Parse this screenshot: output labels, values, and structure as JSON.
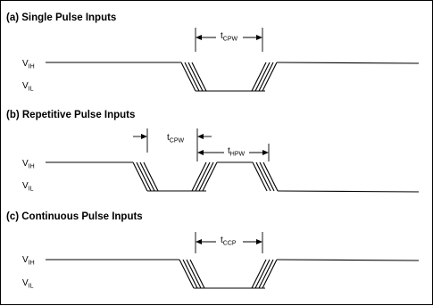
{
  "sections": [
    {
      "title": "(a) Single Pulse Inputs",
      "vih": {
        "main": "V",
        "sub": "IH"
      },
      "vil": {
        "main": "V",
        "sub": "IL"
      },
      "labels": [
        {
          "main": "t",
          "sub": "CPW"
        }
      ]
    },
    {
      "title": "(b) Repetitive Pulse Inputs",
      "vih": {
        "main": "V",
        "sub": "IH"
      },
      "vil": {
        "main": "V",
        "sub": "IL"
      },
      "labels": [
        {
          "main": "t",
          "sub": "CPW"
        },
        {
          "main": "t",
          "sub": "HPW"
        }
      ]
    },
    {
      "title": "(c) Continuous Pulse Inputs",
      "vih": {
        "main": "V",
        "sub": "IH"
      },
      "vil": {
        "main": "V",
        "sub": "IL"
      },
      "labels": [
        {
          "main": "t",
          "sub": "CCP"
        }
      ]
    }
  ]
}
